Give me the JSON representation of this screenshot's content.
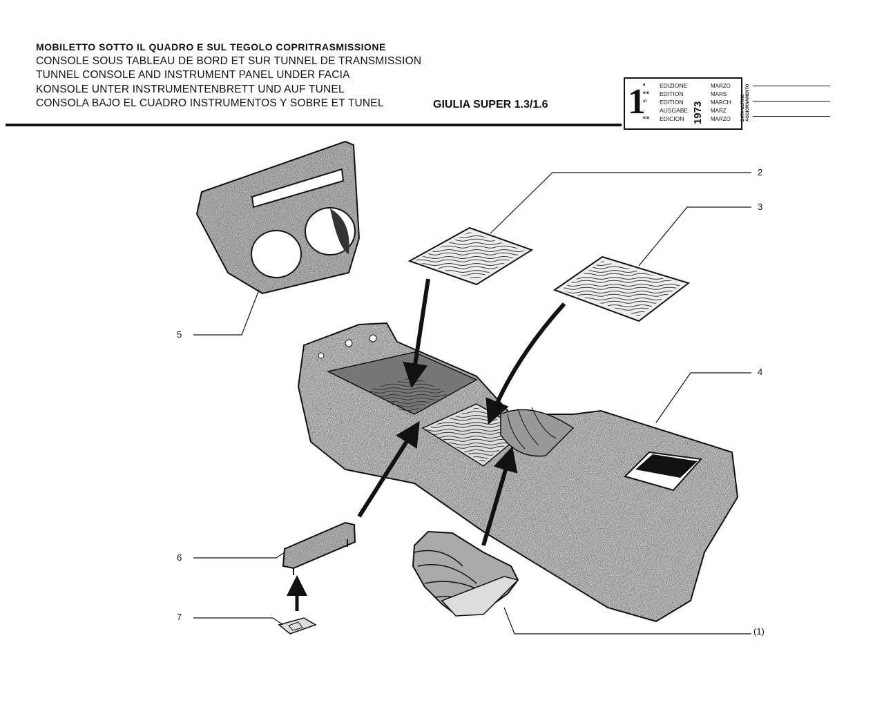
{
  "header": {
    "titles": [
      "MOBILETTO SOTTO IL QUADRO E SUL TEGOLO COPRITRASMISSIONE",
      "CONSOLE SOUS TABLEAU DE BORD ET SUR TUNNEL DE TRANSMISSION",
      "TUNNEL CONSOLE AND INSTRUMENT PANEL UNDER FACIA",
      "KONSOLE UNTER INSTRUMENTENBRETT UND AUF TUNEL",
      "CONSOLA BAJO EL CUADRO INSTRUMENTOS Y SOBRE ET TUNEL"
    ],
    "model": "GIULIA SUPER 1.3/1.6"
  },
  "edition_box": {
    "number": "1",
    "suffixes": [
      "a",
      "ere",
      "st",
      ".",
      "era"
    ],
    "labels": [
      "EDIZIONE",
      "EDITION",
      "EDITION",
      "AUSGABE",
      "EDICION"
    ],
    "year": "1973",
    "months": [
      "MARZO",
      "MARS",
      "MARCH",
      "MARZ",
      "MARZO"
    ],
    "side_label_1": "DATA ULTIMO",
    "side_label_2": "AGGIORNAMENTO"
  },
  "callouts": [
    "2",
    "3",
    "5",
    "4",
    "6",
    "7",
    "(1)"
  ],
  "colors": {
    "ink": "#111111",
    "part_fill": "#c9c9c9",
    "paper": "#ffffff"
  }
}
